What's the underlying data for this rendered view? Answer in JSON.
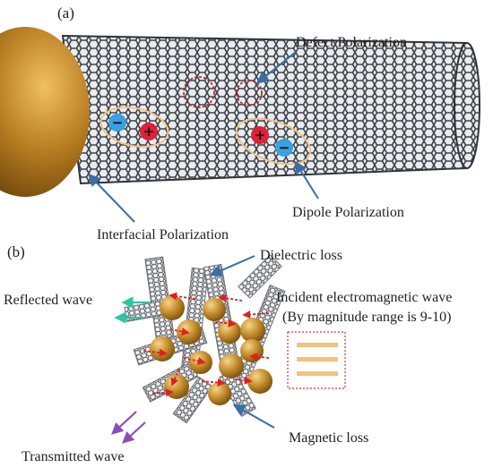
{
  "panel_a": {
    "label": "(a)",
    "defect": "Defect Polarization",
    "dipole": "Dipole Polarization",
    "interfacial": "Interfacial Polarization",
    "minus": "−",
    "plus": "+"
  },
  "panel_b": {
    "label": "(b)",
    "dielectric": "Dielectric loss",
    "incident": "Incident electromagnetic wave",
    "incident_range": "(By magnitude range is 9-10)",
    "reflected": "Reflected wave",
    "magnetic": "Magnetic loss",
    "transmitted": "Transmitted wave"
  },
  "colors": {
    "tube": "#4a4f55",
    "sphere": "#c08a2a",
    "arrow_blue": "#3a6ea5",
    "arrow_teal": "#2ec4a5",
    "arrow_purple": "#8a4db8",
    "arrow_red": "#e02020",
    "wave": "#f3c27c",
    "minus_charge": "#3aa0e0",
    "plus_charge": "#e0203a"
  }
}
